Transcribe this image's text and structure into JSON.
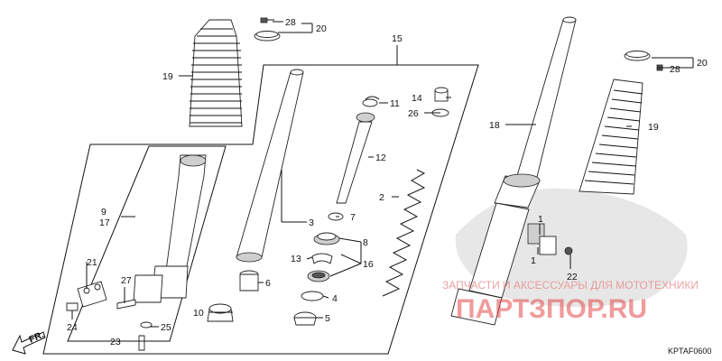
{
  "labels": {
    "c1a": "1",
    "c1b": "1",
    "c2": "2",
    "c3": "3",
    "c4": "4",
    "c5": "5",
    "c6": "6",
    "c7": "7",
    "c8": "8",
    "c9": "9",
    "c10": "10",
    "c11": "11",
    "c12": "12",
    "c13": "13",
    "c14": "14",
    "c15": "15",
    "c16": "16",
    "c17": "17",
    "c18": "18",
    "c19a": "19",
    "c19b": "19",
    "c20a": "20",
    "c20b": "20",
    "c21": "21",
    "c22": "22",
    "c23": "23",
    "c24": "24",
    "c25": "25",
    "c26": "26",
    "c27": "27",
    "c28a": "28",
    "c28b": "28"
  },
  "direction_label": "FR.",
  "diagram_code": "KPTAF0600",
  "watermark": {
    "caption": "ЗАПЧАСТИ И АКСЕССУАРЫ ДЛЯ МОТОТЕХНИКИ",
    "brand": "ПАРТЗПОР.RU"
  },
  "colors": {
    "line": "#111111",
    "watermark": "#e44a4a"
  }
}
